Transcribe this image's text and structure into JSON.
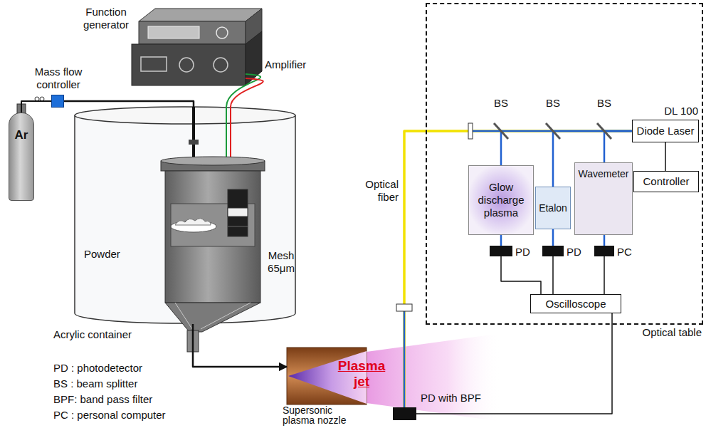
{
  "diagram": {
    "nodes": [
      {
        "text": [
          "Function generator"
        ]
      },
      {
        "text": [
          "Mass flow controller"
        ]
      },
      {
        "text": [
          "Amplifier"
        ]
      },
      {
        "text": [
          "Ar"
        ]
      },
      {
        "text": [
          "Acrylic container"
        ]
      },
      {
        "text": [
          "Supersonic plasma nozzle"
        ]
      },
      {
        "text": [
          "PD with BPF"
        ]
      },
      {
        "text": [
          "Optical table"
        ]
      },
      {
        "text": [
          "DL 100",
          "Diode Laser"
        ],
        "in": 7
      },
      {
        "text": [
          "Controller"
        ],
        "in": 7
      },
      {
        "text": [
          "Glow discharge plasma"
        ],
        "in": 7
      },
      {
        "text": [
          "Etalon"
        ],
        "in": 7
      },
      {
        "text": [
          "Wavemeter"
        ],
        "in": 7
      },
      {
        "text": [
          "PD"
        ],
        "in": 7
      },
      {
        "text": [
          "PD"
        ],
        "in": 7
      },
      {
        "text": [
          "PC"
        ],
        "in": 7
      },
      {
        "text": [
          "Oscilloscope"
        ],
        "in": 7
      }
    ],
    "edges": [
      {
        "from": 3,
        "to": 1,
        "arrow": "none"
      },
      {
        "from": 1,
        "to": 4,
        "arrow": "none"
      },
      {
        "from": 2,
        "to": 4,
        "arrow": "none"
      },
      {
        "from": 4,
        "to": 5,
        "arrow": "to"
      },
      {
        "from": 8,
        "to": 9,
        "arrow": "none"
      },
      {
        "from": 8,
        "to": 10,
        "arrow": "none"
      },
      {
        "from": 8,
        "to": 11,
        "arrow": "none"
      },
      {
        "from": 8,
        "to": 12,
        "arrow": "none"
      },
      {
        "from": 8,
        "to": 6,
        "arrow": "none"
      },
      {
        "from": 10,
        "to": 13,
        "arrow": "none"
      },
      {
        "from": 11,
        "to": 14,
        "arrow": "none"
      },
      {
        "from": 12,
        "to": 15,
        "arrow": "none"
      },
      {
        "from": 13,
        "to": 16,
        "arrow": "none"
      },
      {
        "from": 14,
        "to": 16,
        "arrow": "none"
      },
      {
        "from": 15,
        "to": 16,
        "arrow": "none"
      },
      {
        "from": 16,
        "to": 6,
        "arrow": "none"
      }
    ],
    "labels": [
      "BS",
      "BS",
      "BS",
      "Optical fiber",
      "Powder",
      "Mesh 65μm",
      "Plasma jet",
      "PD : photodetector",
      "BS : beam splitter",
      "BPF: band pass filter",
      "PC : personal computer"
    ]
  }
}
